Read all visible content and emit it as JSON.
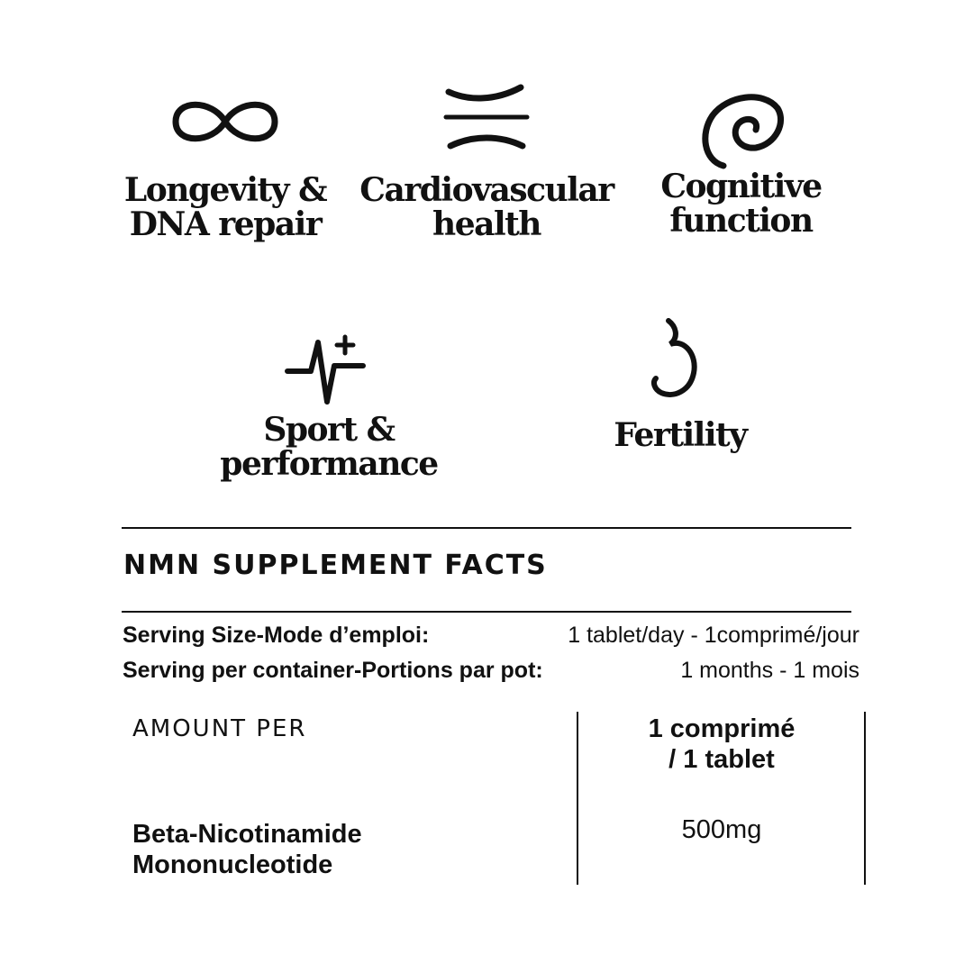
{
  "benefits": [
    {
      "label": "Longevity &\nDNA repair",
      "icon": "infinity-icon"
    },
    {
      "label": "Cardiovascular\nhealth",
      "icon": "flow-lines-icon"
    },
    {
      "label": "Cognitive\nfunction",
      "icon": "spiral-icon"
    },
    {
      "label": "Sport &\nperformance",
      "icon": "heartbeat-plus-icon"
    },
    {
      "label": "Fertility",
      "icon": "fertility-curl-icon"
    }
  ],
  "facts": {
    "title": "NMN SUPPLEMENT FACTS",
    "serving_size_label": "Serving Size-Mode d’emploi:",
    "serving_size_value": "1 tablet/day - 1comprimé/jour",
    "servings_label": "Serving per container-Portions par pot:",
    "servings_value": "1 months - 1 mois",
    "amount_per_label": "AMOUNT PER",
    "column_header": "1 comprimé\n/ 1 tablet",
    "ingredient_name": "Beta-Nicotinamide\nMononucleotide",
    "ingredient_amount": "500mg"
  },
  "colors": {
    "ink": "#111111",
    "background": "#ffffff"
  }
}
